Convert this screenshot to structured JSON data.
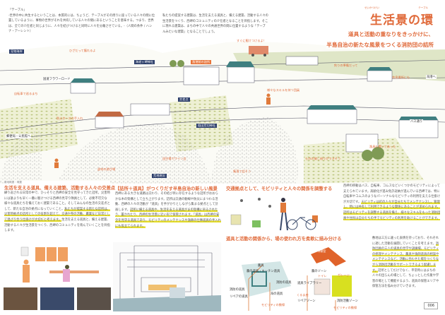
{
  "intro": {
    "quote_title": "「テーブル」",
    "quote": "-世界の中に共生するということは、本質的には、ちょうど、テーブルがその周りに座っている人々の間に位置しているように、事物の世界がそれを共有している人々の間にあるということを意味する。つまり、世界は、全ての介在者と同じように、人々を結びつけると同時に人々を分離させている。-（人間の条件 / ハンナ・アーレント）",
    "statement": "私たちの提案する建築は、生活を支える道具と、備える建築、活動する人々の生活景をつくり、西岬のコミュニティの介在者となることを目指します。そこに現れる建築は、まちの中で人々の共通世界の間に位置するような「テーブルみたいな建築」となることでしょう。"
  },
  "title": {
    "main": "生活景の環",
    "ruby_left": "せいかつけい",
    "ruby_right": "テーブル",
    "sub1": "道具と活動の重なりをきっかけに、",
    "sub2": "半島自治の新たな風景をつくる消防団の詰所"
  },
  "map_labels": {
    "kenbutsu": "見物海岸",
    "hiza": "ひざだって獲れるよ",
    "ebigasaki": "海老ヶ岬神社",
    "gyoko": "漁港前の詰所",
    "flower": "国道フラワーロード",
    "jitensha": "自転車で巡るまち",
    "kosaten": "交差点",
    "hose": "防火ホースの手入れ",
    "inada": "稲田荒切神社",
    "yubin": "郵便局・公民館へ",
    "wine": "田空場でワイン会",
    "asobi": "虚材の遊び場",
    "arechi": "荒地現況",
    "sugu": "すぐに駆けつけるよ！",
    "tsuri": "釣りの準備だって",
    "kyusoku": "休息場所にも",
    "kaiko": "海港へ",
    "skill": "様々なスキルを持つ団員",
    "bus": "バス通り",
    "gyogu": "漁具も置いてあった",
    "kashikari": "ものの貸し借りができそう",
    "shuraku": "集落で話そう"
  },
  "sections": [
    {
      "caption": "敷地概要・概要",
      "heading": "生活を支える道具、備える建築、活動する人々の交差点",
      "body1": "繰り返される日常の中で、ひっそりと西岬の安全を見守ってきた詰所。災害時には誰よりも早く一番に駆けつける西岬の見守り隊員として、必要不可欠な様々な道具たちを備えておく建築であること。そしてみんなの生活の交差点として、新たな自治の拠点になっていくこと。",
      "highlight": "私たちが提案する新たな詰所は、災害時拠点の詰所としての役割を超えて、交通や祭の活動、農業など日常として混ざり合う仕掛けが大切だと考えます。",
      "body2": "生活を支える道具と、備える建築、活動する人々が生活景をつくり、西岬のコミュニティを育んでいくことを目指します。"
    },
    {
      "heading": "【詰所＋道具】がつくりだす半島自治の新しい風景",
      "body1": "西岬にある大きな道路は交わり、その結び目に存在するような詰所がおおらかな木の架構として立ち上がります。詰所は交通の動線や防災にまつわる活動、西岬の人々の活動が「道具」を手がかりとしながら集まる拠点として計画します。",
      "highlight": "詰所に備える道具や、生活を支える道具がまの架構に吊るされたり、置かれたり、西岬の生活景に近い形で保管されます。「道具」は西岬の安全を見守る道具であり、モビリティのメンテナンスや漁師の仕事道具の手入れにも役立てられます。"
    },
    {
      "heading": "交通拠点として、モビリティと人々の関係を調整する",
      "body1": "西岬の移動はバス、自転車、コムスなどいくつかのモビリティによって支えられています。高齢化が進み免許返納が進んでいる西岬では、特に自転車やコムスのようなパーソナルなモビリティの利用を支える仕掛けが大切です。",
      "highlight": "モビリティは町の人々が自分たちでメンテナンスし、管理し、時には共有して利用できるような関係にあることが求められます。詰所はモビリティを調整する道具を備え、様々なスキルをもった消防団員や住民は自分たちの手でモビリティの利用を助けることができます。"
    },
    {
      "heading": "道具と活動の関係から、場の使われ方を柔軟に描み分ける",
      "body1": "敷地は三方に違った表情を持っており、それぞれに適した活動を展開していくことを考えます。",
      "highlight": "消防団員の三人の道具の見学や訓練場、モビリティの修理やメンテナンス、農具や漁師道具の相談やメンテナンスなど、活動に合わせた場をつくりながら消防団活動をサポートできるよう配慮します。",
      "body2": "詰所としてだけでなく、平常時にはまちの人々の団らんの場として、ちょっとした作業や学習の場として機能するよう、道具の保管エリアや保管方法を描み分けていきます。"
    }
  ],
  "plan_labels": {
    "nougu": "農具",
    "nou_dougu": "農の道具・キッチン道具",
    "shobo": "消防の道具",
    "repair": "リペアの道具",
    "umi": "海の道具",
    "mobility": "モビリティの動線",
    "zone": "農のゾーン",
    "toilet": "トイレ",
    "garage": "ガレージ",
    "lib": "道具ライブラリー",
    "kurumaza": "くるま座",
    "repair_zone": "リペアゾーン",
    "shobo_zone": "消防活動ゾーン",
    "kyusoku": "休憩室"
  },
  "page_number": "006",
  "colors": {
    "accent": "#e06a3a",
    "highlight": "#e4dc2a",
    "navy": "#2d3f6b",
    "teal": "#3f7f80"
  }
}
